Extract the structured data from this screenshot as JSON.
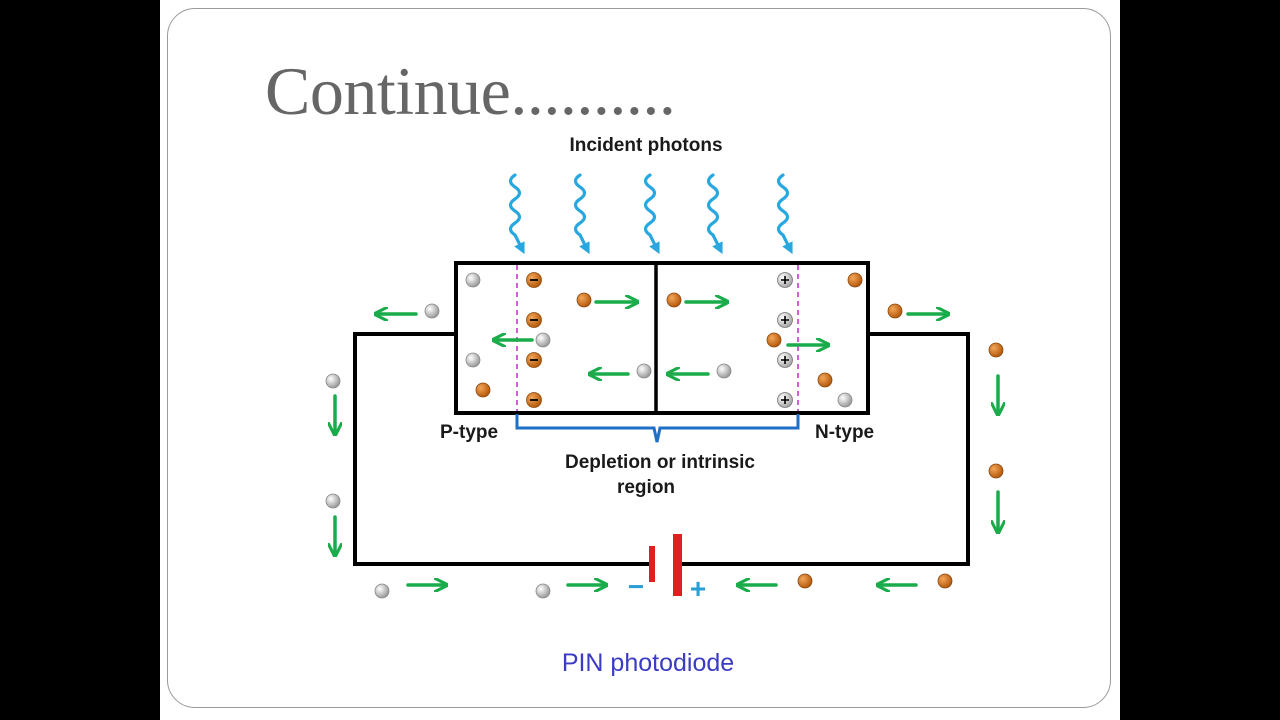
{
  "slide": {
    "title": "Continue.........."
  },
  "diagram": {
    "incident_label": "Incident photons",
    "p_label": "P-type",
    "n_label": "N-type",
    "depletion_label_line1": "Depletion or intrinsic",
    "depletion_label_line2": "region",
    "caption": "PIN photodiode",
    "battery_minus": "−",
    "battery_plus": "+",
    "colors": {
      "photon": "#29a8e0",
      "arrow": "#1aab4a",
      "electron": "#d2731e",
      "hole": "#d8d8d8",
      "battery": "#e02020",
      "depletion_bracket": "#1f6fc9",
      "depletion_edge": "#c23bc7",
      "caption": "#3b3bc4"
    }
  }
}
